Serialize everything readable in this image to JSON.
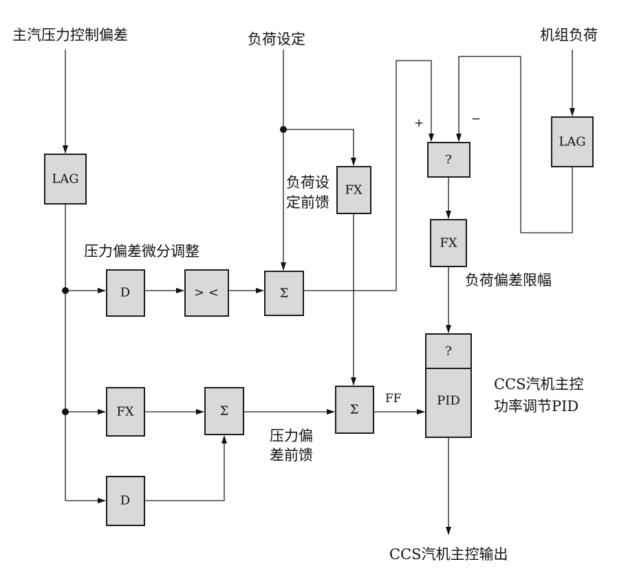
{
  "inputs": {
    "pressure_deviation": "主汽压力控制偏差",
    "load_setpoint": "负荷设定",
    "unit_load": "机组负荷"
  },
  "blocks": {
    "lag_left": "LAG",
    "lag_right": "LAG",
    "d_top": "D",
    "limiter": "> <",
    "sum_top": "Σ",
    "fx_load_ff": "FX",
    "compare": "?",
    "fx_deviation": "FX",
    "fx_bottom": "FX",
    "sum_bottom_left": "Σ",
    "sum_bottom_right": "Σ",
    "d_bottom": "D",
    "pid_top": "?",
    "pid": "PID"
  },
  "labels": {
    "pressure_derivative": "压力偏差微分调整",
    "load_ff_line1": "负荷设",
    "load_ff_line2": "定前馈",
    "load_deviation_limit": "负荷偏差限幅",
    "pressure_ff_line1": "压力偏",
    "pressure_ff_line2": "差前馈",
    "ff_signal": "FF",
    "plus_sign": "+",
    "minus_sign": "−",
    "pid_caption_line1": "CCS汽机主控",
    "pid_caption_line2": "功率调节PID",
    "output": "CCS汽机主控输出"
  }
}
